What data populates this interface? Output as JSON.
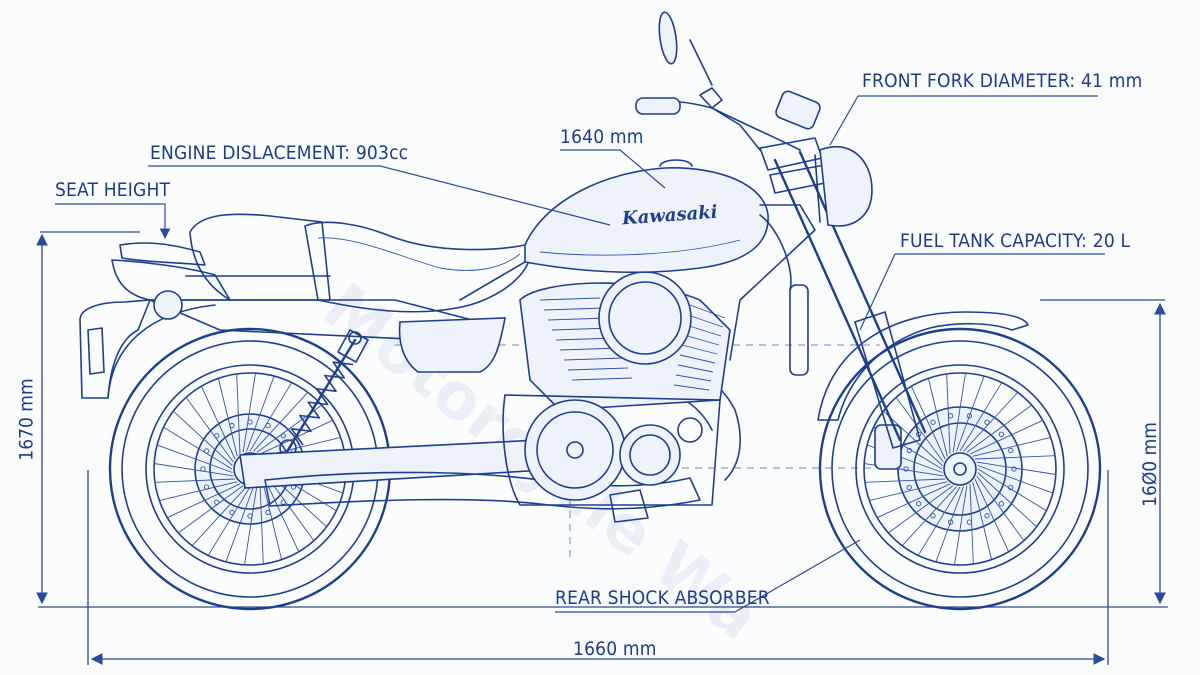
{
  "labels": {
    "front_fork": "FRONT FORK DIAMETER: 41 mm",
    "tank_length": "1640 mm",
    "engine": "ENGINE DISLACEMENT: 903cc",
    "seat_height": "SEAT HEIGHT",
    "fuel_tank": "FUEL TANK CAPACITY: 20 L",
    "rear_shock": "REAR SHOCK ABSORBER"
  },
  "dimensions": {
    "overall_height": "1670 mm",
    "front_height": "16Ø0 mm",
    "wheelbase": "1660 mm"
  },
  "brand": "Kawasaki",
  "watermark": "Motorcycle Wa",
  "colors": {
    "ink": "#1e3f8c",
    "background": "#fbfcfe"
  }
}
